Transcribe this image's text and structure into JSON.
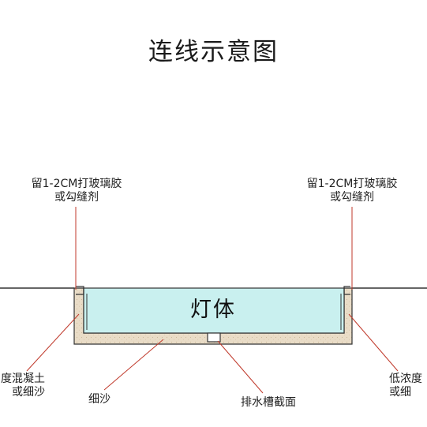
{
  "title": "连线示意图",
  "lamp_body": "灯体",
  "labels": {
    "left_top": [
      "留1-2CM打玻璃胶",
      "或勾缝剂"
    ],
    "right_top": [
      "留1-2CM打玻璃胶",
      "或勾缝剂"
    ],
    "left_bottom": [
      "度混凝土",
      "或细沙"
    ],
    "right_bottom": [
      "低浓度",
      "或细"
    ],
    "fine_sand": "细沙",
    "drain": "排水槽截面"
  },
  "colors": {
    "lamp_fill": "#c9f0ef",
    "sand_fill": "#e9dcc7",
    "channel_stroke": "#333333",
    "leader_line": "#c0392b"
  }
}
